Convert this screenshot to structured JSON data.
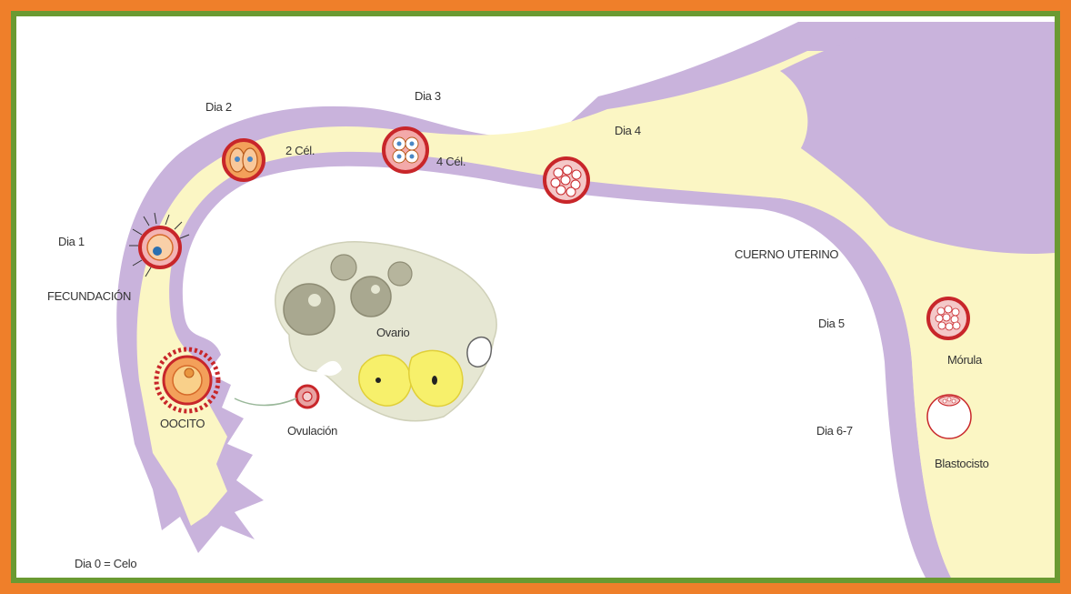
{
  "labels": {
    "dia0": "Dia 0 = Celo",
    "dia1": "Dia 1",
    "dia2": "Dia 2",
    "dia3": "Dia 3",
    "dia4": "Dia 4",
    "dia5": "Dia 5",
    "dia67": "Dia 6-7",
    "fecundacion": "FECUNDACIÓN",
    "oocito": "OOCITO",
    "ovulacion": "Ovulación",
    "ovario": "Ovario",
    "dos_cel": "2 Cél.",
    "cuatro_cel": "4 Cél.",
    "cuerno": "CUERNO UTERINO",
    "morula": "Mórula",
    "blastocisto": "Blastocisto"
  },
  "colors": {
    "frame_orange": "#ef7f2a",
    "frame_green": "#6a9a32",
    "tube_wall": "#c9b3dc",
    "tube_lumen": "#fbf6c4",
    "ovary": "#e6e7d3",
    "follicle_yellow": "#f7f06b",
    "cell_red": "#c8262a"
  }
}
